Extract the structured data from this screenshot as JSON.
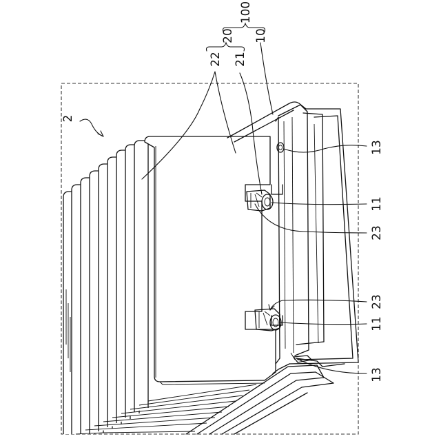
{
  "figure": {
    "assembly_label": "2",
    "labels": {
      "ref_100": "100",
      "ref_20": "20",
      "ref_10": "10",
      "ref_22": "22",
      "ref_21": "21",
      "ref_13_top": "13",
      "ref_11_top": "11",
      "ref_23_top": "23",
      "ref_23_bottom": "23",
      "ref_11_bottom": "11",
      "ref_13_bottom": "13"
    }
  }
}
